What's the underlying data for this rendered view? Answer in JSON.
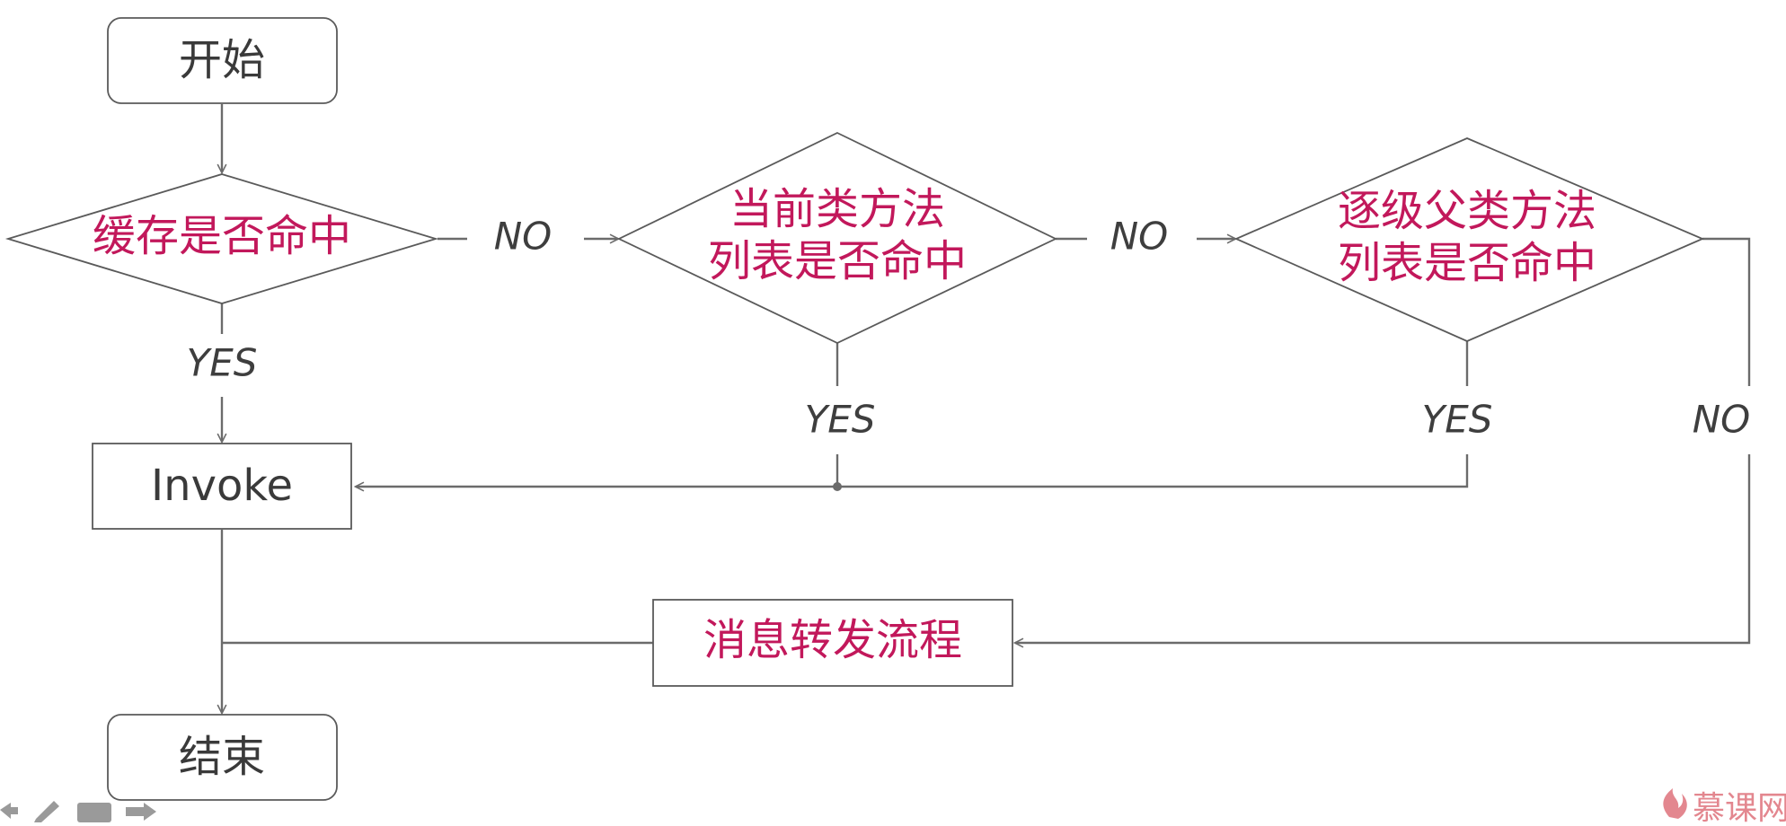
{
  "nodes": {
    "start": "开始",
    "cache_hit": "缓存是否命中",
    "current_class_line1": "当前类方法",
    "current_class_line2": "列表是否命中",
    "parent_class_line1": "逐级父类方法",
    "parent_class_line2": "列表是否命中",
    "invoke": "Invoke",
    "forwarding": "消息转发流程",
    "end": "结束"
  },
  "edge_labels": {
    "cache_no": "NO",
    "current_no": "NO",
    "cache_yes": "YES",
    "current_yes": "YES",
    "parent_yes": "YES",
    "parent_no": "NO"
  },
  "watermark": "慕课网",
  "colors": {
    "line": "#6b6b6b",
    "node_text": "#3a3a3a",
    "highlight_text": "#c2185b",
    "watermark": "#e3878f"
  }
}
